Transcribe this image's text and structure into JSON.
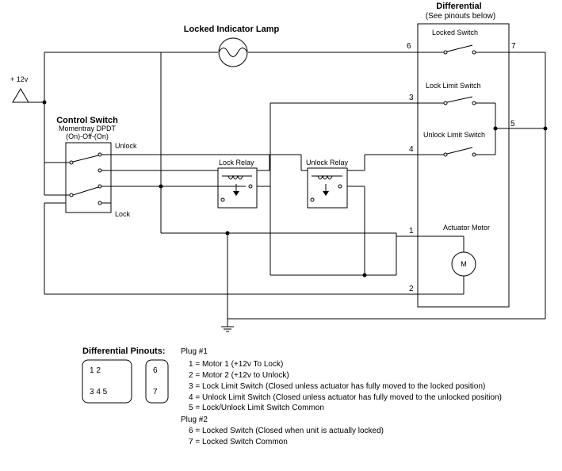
{
  "differential": {
    "title": "Differential",
    "subtitle": "(See pinouts below)",
    "locked_switch": "Locked Switch",
    "lock_limit_switch": "Lock Limit Switch",
    "unlock_limit_switch": "Unlock Limit Switch",
    "actuator_motor": "Actuator Motor",
    "motor_symbol": "M",
    "pins": {
      "p1": "1",
      "p2": "2",
      "p3": "3",
      "p4": "4",
      "p5": "5",
      "p6": "6",
      "p7": "7"
    }
  },
  "lamp": {
    "label": "Locked Indicator Lamp"
  },
  "supply": {
    "label": "+ 12v"
  },
  "control_switch": {
    "title": "Control Switch",
    "subtitle1": "Momentray DPDT",
    "subtitle2": "(On)-Off-(On)",
    "unlock": "Unlock",
    "lock": "Lock"
  },
  "relays": {
    "lock": "Lock Relay",
    "unlock": "Unlock Relay"
  },
  "pinouts": {
    "title": "Differential Pinouts:",
    "box1_row1": "1   2",
    "box1_row2": "3   4   5",
    "box2_row1": "6",
    "box2_row2": "7",
    "plug1_title": "Plug #1",
    "plug1": [
      "1 = Motor 1 (+12v To Lock)",
      "2 = Motor 2 (+12v to Unlock)",
      "3 = Lock Limit Switch (Closed unless actuator has fully moved to the locked position)",
      "4 = Unlock Limit Switch (Closed unless actuator has fully moved to the unlocked position)",
      "5 = Lock/Unlock Limit Switch Common"
    ],
    "plug2_title": "Plug #2",
    "plug2": [
      "6 = Locked Switch (Closed when unit is actually locked)",
      "7 = Locked Switch Common"
    ]
  }
}
